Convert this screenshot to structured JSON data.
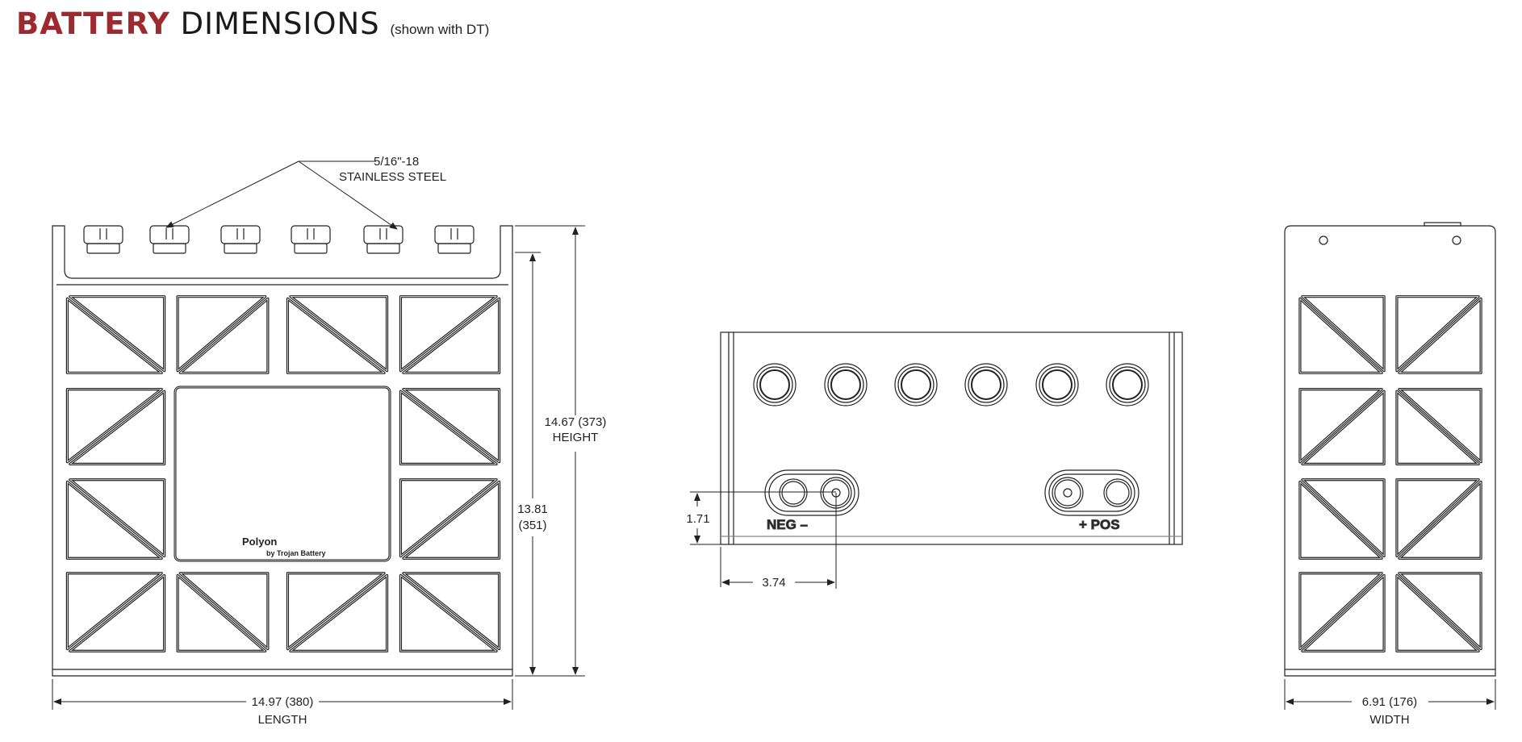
{
  "title": {
    "word1": "BATTERY",
    "word2": "DIMENSIONS",
    "subtitle": "(shown with DT)"
  },
  "callout": {
    "line1": "5/16\"-18",
    "line2": "STAINLESS STEEL"
  },
  "front_view": {
    "height_dim": {
      "value": "14.67 (373)",
      "label": "HEIGHT"
    },
    "inner_height_dim": {
      "value": "13.81",
      "metric": "(351)"
    },
    "length_dim": {
      "value": "14.97 (380)",
      "label": "LENGTH"
    },
    "logo": {
      "brand": "Polyon",
      "tagline": "by Trojan Battery"
    }
  },
  "top_view": {
    "neg_label": "NEG –",
    "pos_label": "+ POS",
    "dim_vertical": "1.71",
    "dim_horizontal": "3.74"
  },
  "side_view": {
    "width_dim": {
      "value": "6.91 (176)",
      "label": "WIDTH"
    }
  }
}
